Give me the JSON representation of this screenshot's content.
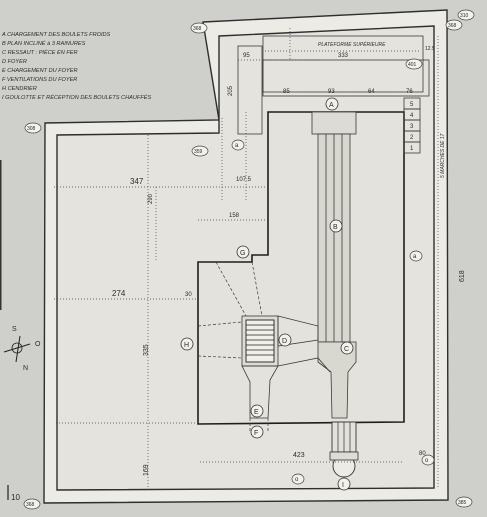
{
  "legend": [
    {
      "key": "A",
      "text": "CHARGEMENT DES BOULETS FROIDS"
    },
    {
      "key": "B",
      "text": "PLAN INCLINÉ à 3 RAINURES"
    },
    {
      "key": "C",
      "text": "RESSAUT : PIÈCE EN FER"
    },
    {
      "key": "D",
      "text": "FOYER"
    },
    {
      "key": "E",
      "text": "CHARGEMENT DU FOYER"
    },
    {
      "key": "F",
      "text": "VENTILATIONS DU FOYER"
    },
    {
      "key": "H",
      "text": "CENDRIER"
    },
    {
      "key": "I",
      "text": "GOULOTTE ET RÉCEPTION DES BOULETS CHAUFFÉS"
    }
  ],
  "platform_label": "PLATEFORME SUPÉRIEURE",
  "steps_label": "5 MARCHES DE 17",
  "dimensions": {
    "d95": "95",
    "d333": "333",
    "d125": "12.5",
    "d205": "205",
    "d85": "85",
    "d93": "93",
    "d64": "64",
    "d76": "76",
    "d347": "347",
    "d290": "290",
    "d1075": "107.5",
    "d158": "158",
    "d274": "274",
    "d30": "30",
    "d335": "335",
    "d423": "423",
    "d80": "80",
    "d169": "169",
    "d618": "618"
  },
  "markers": {
    "A": "A",
    "B": "B",
    "C": "C",
    "D": "D",
    "E": "E",
    "F": "F",
    "G": "G",
    "H": "H",
    "I": "I"
  },
  "elevations": {
    "e368a": "368",
    "e401": "401",
    "e308": "308",
    "e359": "359",
    "e368b": "368",
    "e310": "310",
    "e368c": "368",
    "e385": "385",
    "a1": "a",
    "a2": "a",
    "o1": "o",
    "o2": "o"
  },
  "steps": [
    "5",
    "4",
    "3",
    "2",
    "1"
  ],
  "compass": {
    "s": "S",
    "o": "O",
    "n": "N"
  },
  "scale_label": "10"
}
